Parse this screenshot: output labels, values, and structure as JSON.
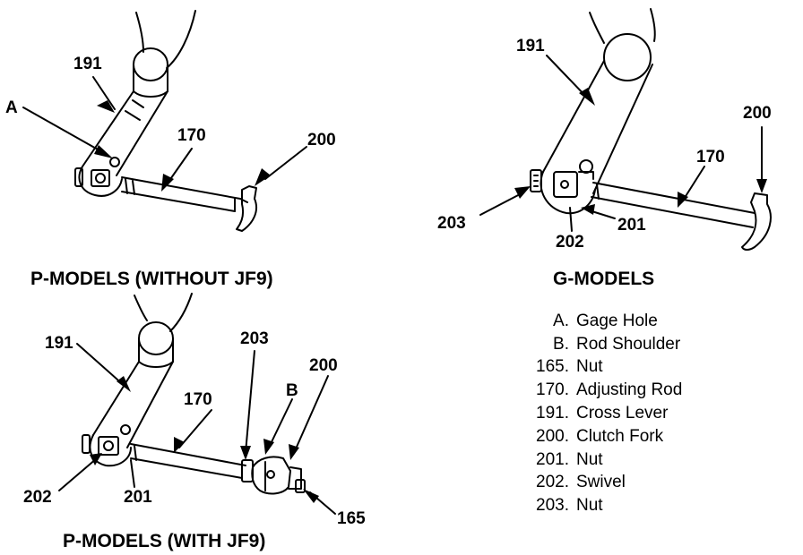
{
  "diagrams": {
    "p_without_jf9": {
      "caption": "P-MODELS (WITHOUT JF9)",
      "callouts": {
        "cross_lever": "191",
        "gage_hole": "A",
        "adjusting_rod": "170",
        "clutch_fork": "200"
      }
    },
    "g_models": {
      "caption": "G-MODELS",
      "callouts": {
        "cross_lever": "191",
        "clutch_fork": "200",
        "adjusting_rod": "170",
        "nut_203": "203",
        "nut_201": "201",
        "swivel": "202"
      }
    },
    "p_with_jf9": {
      "caption": "P-MODELS (WITH JF9)",
      "callouts": {
        "cross_lever": "191",
        "adjusting_rod": "170",
        "nut_203": "203",
        "rod_shoulder": "B",
        "clutch_fork": "200",
        "swivel": "202",
        "nut_201": "201",
        "nut_165": "165"
      }
    }
  },
  "legend": [
    {
      "key": "A.",
      "text": "Gage Hole"
    },
    {
      "key": "B.",
      "text": "Rod Shoulder"
    },
    {
      "key": "165.",
      "text": "Nut"
    },
    {
      "key": "170.",
      "text": "Adjusting Rod"
    },
    {
      "key": "191.",
      "text": "Cross Lever"
    },
    {
      "key": "200.",
      "text": "Clutch Fork"
    },
    {
      "key": "201.",
      "text": "Nut"
    },
    {
      "key": "202.",
      "text": "Swivel"
    },
    {
      "key": "203.",
      "text": "Nut"
    }
  ]
}
